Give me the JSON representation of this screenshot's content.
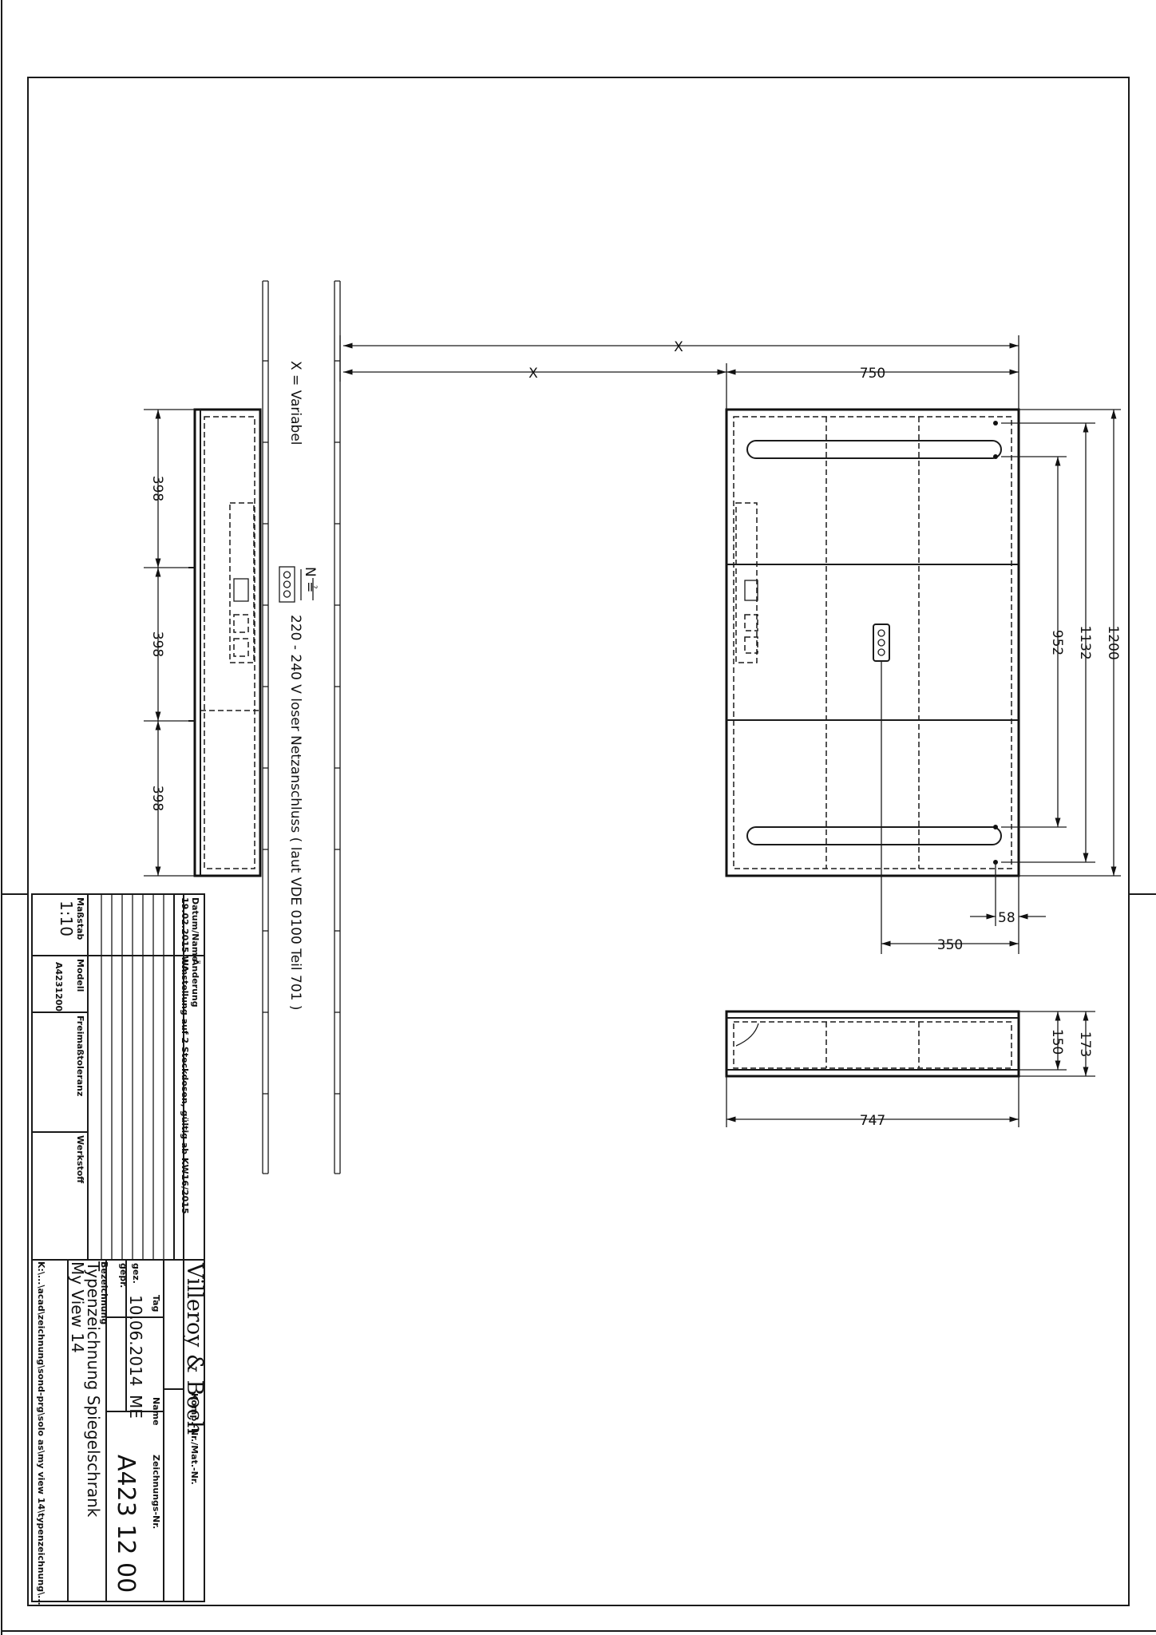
{
  "title_block": {
    "company": "Villeroy & Boch",
    "komp_label": "Komp.-Nr./Mat.-Nr.",
    "tag_label": "Tag",
    "name_label": "Name",
    "zeichnungs_label": "Zeichnungs-Nr.",
    "gez_label": "gez.",
    "gepr_label": "gepr.",
    "date": "10.06.2014",
    "name": "ME",
    "drawing_number": "A423 12 00",
    "bezeichnung_label": "Bezeichnung",
    "title_line1": "Typenzeichnung Spiegelschrank",
    "title_line2": "My View 14",
    "file_path": "K:\\...\\acad\\zeichnung\\sond-prg\\solo as\\my view 14\\typenzeichnung\\...",
    "revision_header_date": "Datum/Name",
    "revision_header_change": "Änderung",
    "revision_date": "19.02.2015 WA",
    "revision_text": "Umstellung auf 2 Steckdosen, gültig ab KW16/2015",
    "massstab_label": "Maßstab",
    "massstab_value": "1:10",
    "modell_label": "Modell",
    "modell_value": "A4231200",
    "freimass_label": "Freimaßtoleranz",
    "werkstoff_label": "Werkstoff"
  },
  "notes": {
    "variable": "X = Variabel",
    "power": "220 - 240 V loser Netzanschluss ( laut VDE 0100 Teil 701 )",
    "power_symbol": "N ≟"
  },
  "dimensions": {
    "x_outer": "X",
    "x_inner": "X",
    "d750": "750",
    "d952": "952",
    "d1132": "1132",
    "d1200": "1200",
    "d58": "58",
    "d350": "350",
    "d150": "150",
    "d173": "173",
    "d747": "747",
    "d398_a": "398",
    "d398_b": "398",
    "d398_c": "398"
  }
}
